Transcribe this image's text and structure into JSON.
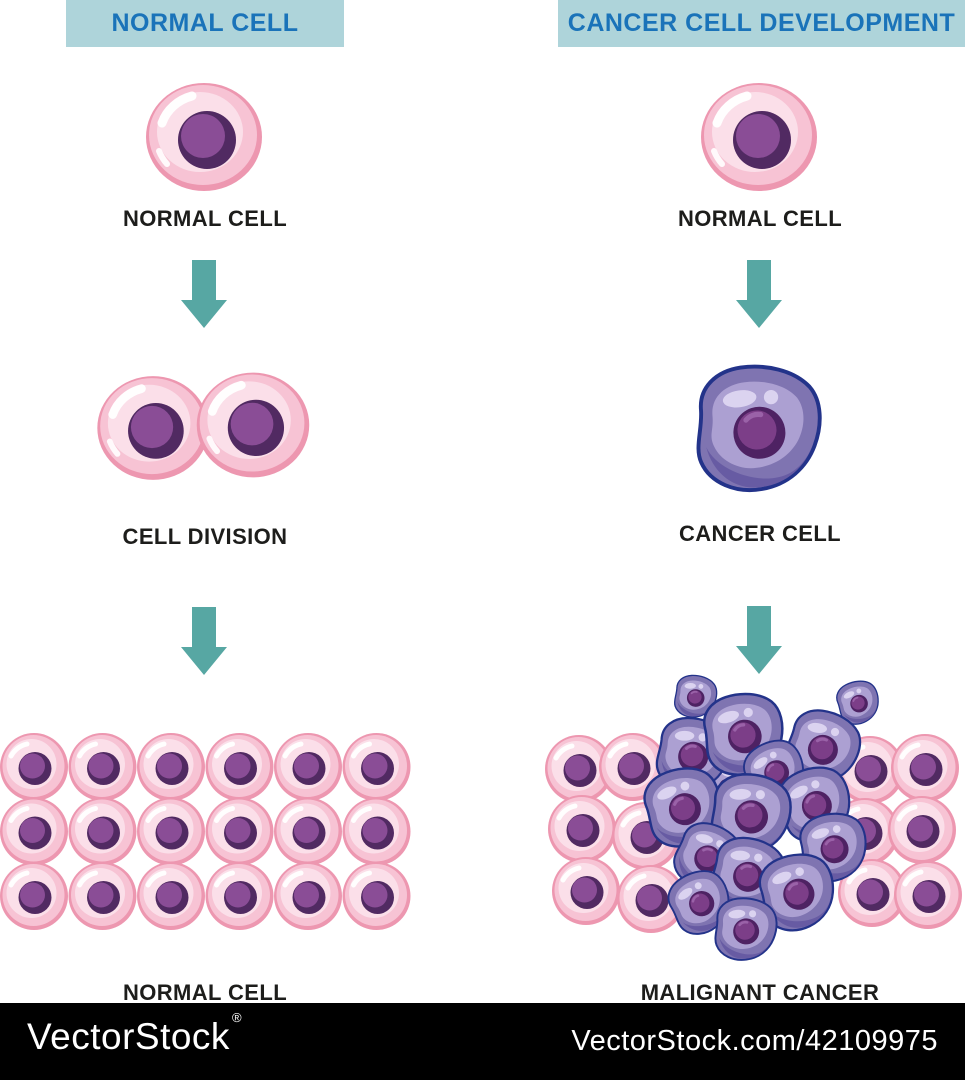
{
  "headers": {
    "left_label": "NORMAL CELL",
    "right_label": "CANCER CELL DEVELOPMENT"
  },
  "left_column": {
    "step1_label": "NORMAL CELL",
    "step2_label": "CELL DIVISION",
    "step3_label": "NORMAL CELL"
  },
  "right_column": {
    "step1_label": "NORMAL CELL",
    "step2_label": "CANCER CELL",
    "step3_label": "MALIGNANT CANCER"
  },
  "watermark": {
    "left_text": "VectorStock",
    "left_reg": "®",
    "right_text": "VectorStock.com/42109975"
  },
  "colors": {
    "header_bar_bg": "#aed4da",
    "header_text": "#1a73b9",
    "label_text": "#1d1d1b",
    "arrow_teal": "#57a7a3",
    "normal_cell_edge": "#ed97b0",
    "normal_cell_body": "#f7c3d4",
    "normal_cell_inner": "#fbdfe9",
    "nucleus_dark": "#512a62",
    "nucleus_light": "#8a4d96",
    "cancer_outline": "#23338a",
    "cancer_body": "#7f74b1",
    "cancer_inner_light": "#aca0d2",
    "cancer_highlight": "#dbd3f0",
    "cancer_nucleus_dark": "#4e2263",
    "cancer_nucleus_mid": "#7c3e88",
    "watermark_bg": "#000000",
    "watermark_text": "#ffffff"
  }
}
